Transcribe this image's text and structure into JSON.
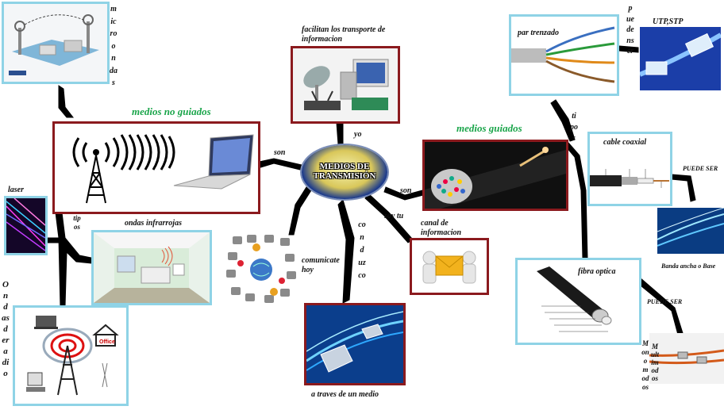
{
  "center": {
    "title": "MEDIOS DE TRANSMISIÓN"
  },
  "labels": {
    "microondas": "microondas",
    "facilitan": "facilitan los transporte de informacion",
    "yo": "yo",
    "son_left": "son",
    "son_right": "son",
    "soy_tu": "soy tu",
    "medios_no_guiados": "medios no guiados",
    "medios_guiados": "medios guiados",
    "laser": "laser",
    "tipos_left": "tipos",
    "tipos_right": "tipos",
    "ondas_infrarrojas": "ondas infrarrojas",
    "ondas_de_radio": "Ondasderadio",
    "comunicate_hoy": "comunicate hoy",
    "conduzco": "conduzco",
    "canal_de_informacion": "canal de informacion",
    "a_traves": "a traves de un medio",
    "par_trenzado": "par trenzado",
    "pueden_ser": "puedenser",
    "utp_stp": "UTP,STP",
    "cable_coaxial": "cable coaxial",
    "puede_ser_1": "PUEDE SER",
    "banda_ancha": "Banda ancha o Base",
    "fibra_optica": "fibra optica",
    "puede_ser_2": "PUEDE SER",
    "monomodos": "Monomodos",
    "multimodos": "Multimodos",
    "office": "Office"
  },
  "colors": {
    "frame_red": "#8b1a1e",
    "frame_blue": "#8fd3e6",
    "green_title": "#1aa54a"
  }
}
